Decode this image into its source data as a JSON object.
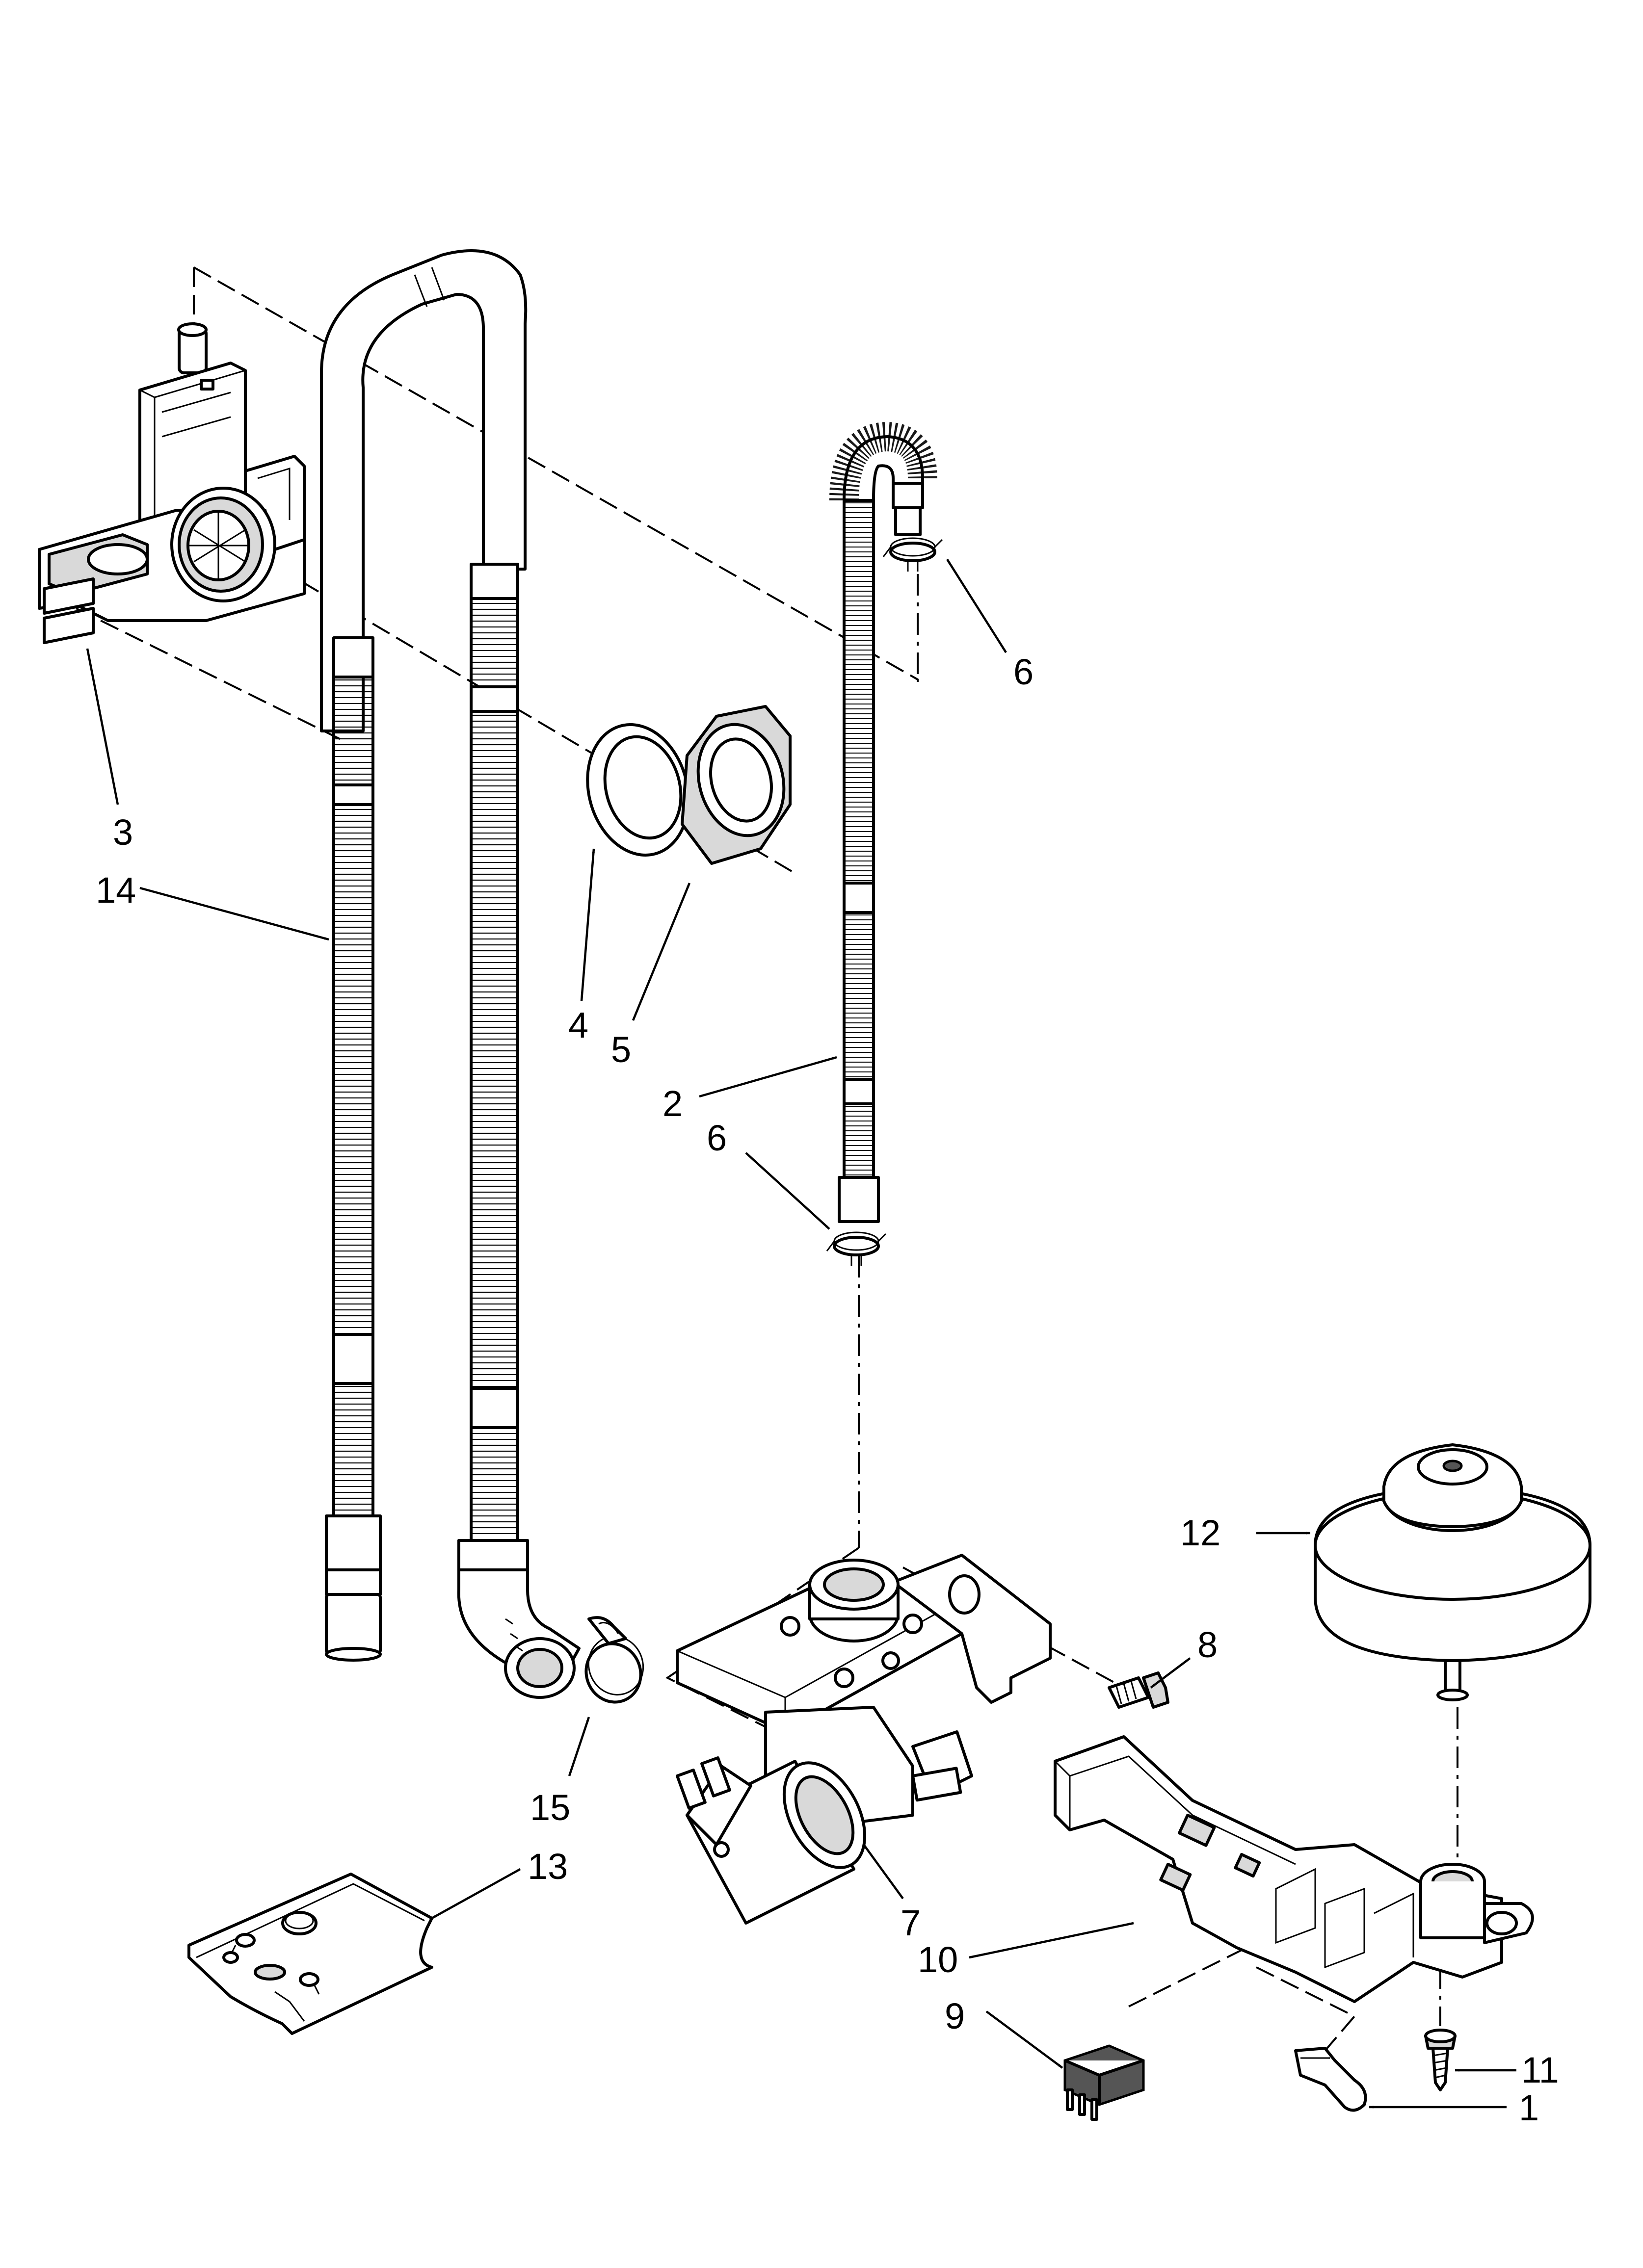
{
  "callouts": {
    "c1": "1",
    "c2": "2",
    "c3": "3",
    "c4": "4",
    "c5": "5",
    "c6a": "6",
    "c6b": "6",
    "c7": "7",
    "c8": "8",
    "c9": "9",
    "c10": "10",
    "c11": "11",
    "c12": "12",
    "c13": "13",
    "c14": "14",
    "c15": "15"
  }
}
